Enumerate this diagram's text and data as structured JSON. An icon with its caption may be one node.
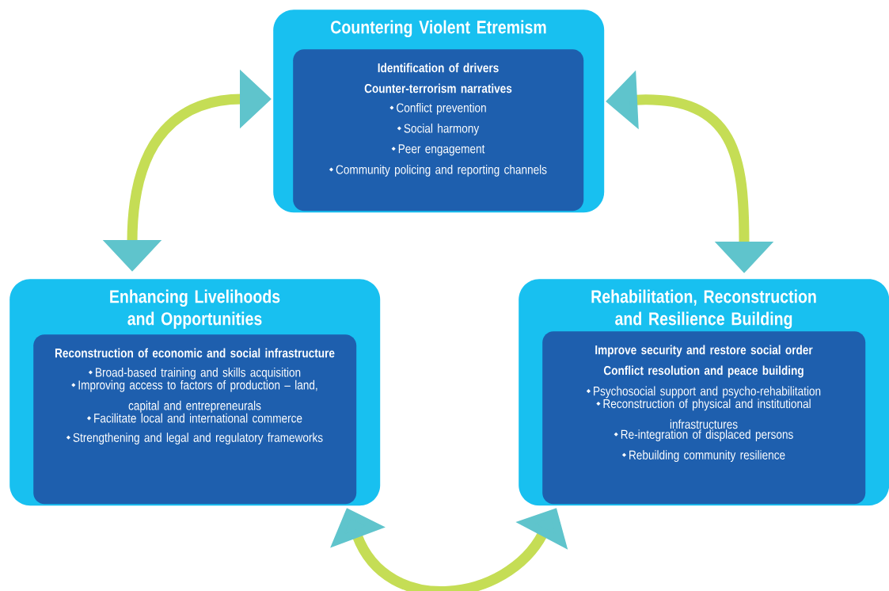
{
  "diagram": {
    "nodes": [
      {
        "text": [
          "Countering Violent Etremism"
        ]
      },
      {
        "text": [
          "Identification of drivers",
          "Counter-terrorism narratives",
          "Conflict prevention",
          "Social harmony",
          "Peer engagement",
          "Community policing and reporting channels"
        ],
        "in": 0
      },
      {
        "text": [
          "Enhancing Livelihoods and Opportunities"
        ]
      },
      {
        "text": [
          "Reconstruction of economic and social infrastructure",
          "Broad-based training and skills acquisition",
          "Improving access to factors of production – land, capital and entrepreneurals",
          "Facilitate local and international commerce",
          "Strengthening and legal and regulatory frameworks"
        ],
        "in": 2
      },
      {
        "text": [
          "Rehabilitation, Reconstruction and Resilience Building"
        ]
      },
      {
        "text": [
          "Improve security and restore social order",
          "Conflict resolution and peace building",
          "Psychosocial support and psycho-rehabilitation",
          "Reconstruction of physical and institutional infrastructures",
          "Re-integration of displaced persons",
          "Rebuilding community resilience"
        ],
        "in": 4
      }
    ],
    "edges": [
      {
        "from": 2,
        "to": 0,
        "arrow": "both"
      },
      {
        "from": 0,
        "to": 4,
        "arrow": "both"
      },
      {
        "from": 2,
        "to": 4,
        "arrow": "both"
      }
    ]
  }
}
